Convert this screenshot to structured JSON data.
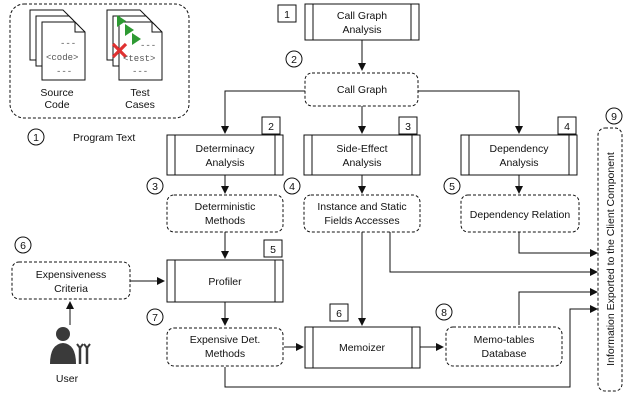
{
  "program_text": {
    "label": "Program Text",
    "step": "1",
    "source_code": {
      "label_line1": "Source",
      "label_line2": "Code",
      "snippet": "<code>",
      "dash_line": "---"
    },
    "test_cases": {
      "label_line1": "Test",
      "label_line2": "Cases",
      "snippet": "<test>",
      "dash_line": "---"
    }
  },
  "call_graph_analysis": {
    "step": "1",
    "line1": "Call Graph",
    "line2": "Analysis"
  },
  "call_graph": {
    "step": "2",
    "label": "Call Graph"
  },
  "determinacy_analysis": {
    "step": "2",
    "line1": "Determinacy",
    "line2": "Analysis"
  },
  "side_effect_analysis": {
    "step": "3",
    "line1": "Side-Effect",
    "line2": "Analysis"
  },
  "dependency_analysis": {
    "step": "4",
    "line1": "Dependency",
    "line2": "Analysis"
  },
  "deterministic_methods": {
    "step": "3",
    "line1": "Deterministic",
    "line2": "Methods"
  },
  "instance_static_fields": {
    "step": "4",
    "line1": "Instance and Static",
    "line2": "Fields Accesses"
  },
  "dependency_relation": {
    "step": "5",
    "label": "Dependency Relation"
  },
  "expensiveness_criteria": {
    "step": "6",
    "line1": "Expensiveness",
    "line2": "Criteria"
  },
  "profiler": {
    "step": "5",
    "label": "Profiler"
  },
  "expensive_det_methods": {
    "step": "7",
    "line1": "Expensive Det.",
    "line2": "Methods"
  },
  "memoizer": {
    "step": "6",
    "label": "Memoizer"
  },
  "memo_tables": {
    "step": "8",
    "line1": "Memo-tables",
    "line2": "Database"
  },
  "client_export": {
    "step": "9",
    "label": "Information Exported to the Client Component"
  },
  "user": {
    "label": "User"
  },
  "colors": {
    "flag": "#2e9a33",
    "cross": "#e03131",
    "user": "#3a3a3a"
  }
}
